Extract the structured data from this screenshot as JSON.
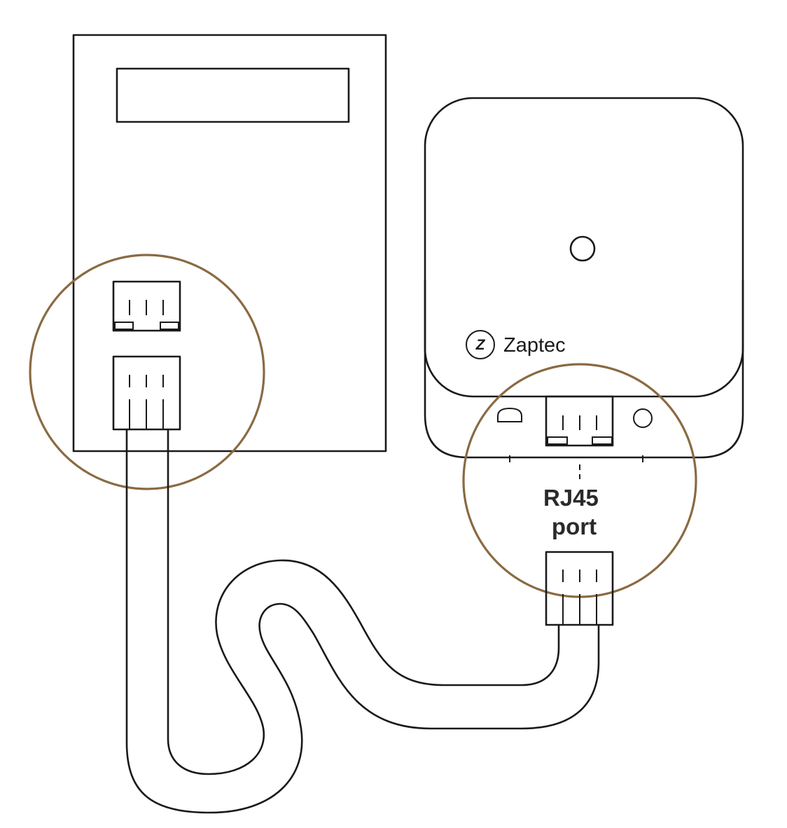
{
  "device": {
    "brand_name": "Zaptec",
    "logo_letter": "Z"
  },
  "port_label": {
    "line1": "RJ45",
    "line2": "port"
  },
  "colors": {
    "outline": "#1a1a1a",
    "highlight_circle": "#8a6a42",
    "background": "#ffffff"
  }
}
